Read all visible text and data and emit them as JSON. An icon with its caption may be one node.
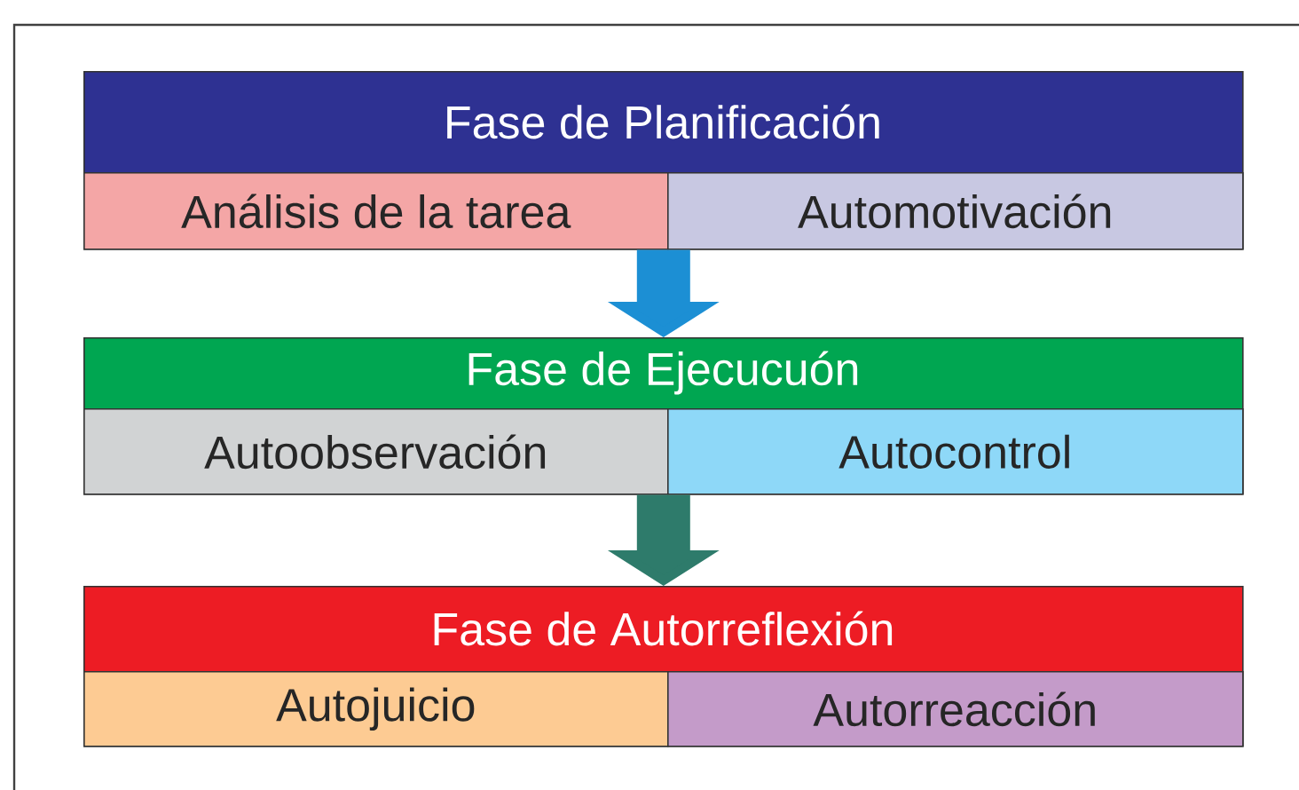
{
  "diagram": {
    "nodes": [
      {
        "text": [
          "Fase de Planificación"
        ]
      },
      {
        "text": [
          "Análisis de la tarea"
        ],
        "in": 0
      },
      {
        "text": [
          "Automotivación"
        ],
        "in": 0
      },
      {
        "text": [
          "Fase de Ejecucuón"
        ]
      },
      {
        "text": [
          "Autoobservación"
        ],
        "in": 3
      },
      {
        "text": [
          "Autocontrol"
        ],
        "in": 3
      },
      {
        "text": [
          "Fase de Autorreflexión"
        ]
      },
      {
        "text": [
          "Autojuicio"
        ],
        "in": 6
      },
      {
        "text": [
          "Autorreacción"
        ],
        "in": 6
      }
    ],
    "edges": [
      {
        "from": 0,
        "to": 3,
        "arrow": "to",
        "color": "#1c8fd4"
      },
      {
        "from": 3,
        "to": 6,
        "arrow": "to",
        "color": "#2e7b6b"
      }
    ]
  }
}
